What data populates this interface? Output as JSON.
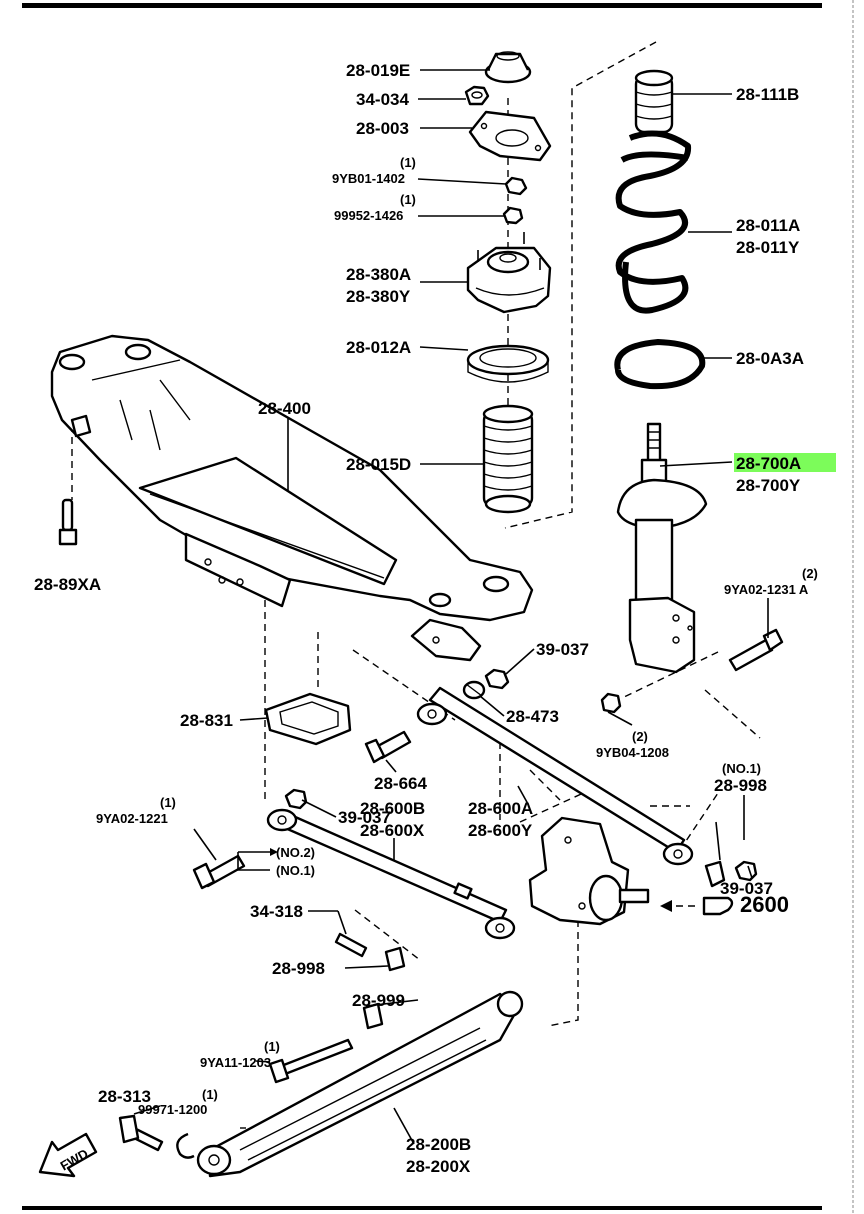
{
  "labels": {
    "p28_019E": "28-019E",
    "p34_034": "34-034",
    "p28_003": "28-003",
    "p9YB01_1402": "9YB01-1402",
    "q9YB01_1402": "(1)",
    "p99952_1426": "99952-1426",
    "q99952_1426": "(1)",
    "p28_380A": "28-380A",
    "p28_380Y": "28-380Y",
    "p28_012A": "28-012A",
    "p28_015D": "28-015D",
    "p28_111B": "28-111B",
    "p28_011A": "28-011A",
    "p28_011Y": "28-011Y",
    "p28_0A3A": "28-0A3A",
    "p28_700A": "28-700A",
    "p28_700Y": "28-700Y",
    "p28_400": "28-400",
    "p28_89XA": "28-89XA",
    "p9YA02_1231A": "9YA02-1231 A",
    "q9YA02_1231A": "(2)",
    "p39_037_a": "39-037",
    "p28_473": "28-473",
    "p9YB04_1208": "9YB04-1208",
    "q9YB04_1208": "(2)",
    "p28_831": "28-831",
    "p28_664": "28-664",
    "p9YA02_1221": "9YA02-1221",
    "q9YA02_1221": "(1)",
    "p39_037_b": "39-037",
    "p28_600A": "28-600A",
    "p28_600Y": "28-600Y",
    "no1_top": "(NO.1)",
    "p28_998_top": "28-998",
    "p39_037_c": "39-037",
    "p28_600B": "28-600B",
    "p28_600X": "28-600X",
    "p34_318": "34-318",
    "no2": "(NO.2)",
    "no1": "(NO.1)",
    "p28_998": "28-998",
    "ref_2600": "2600",
    "p28_999": "28-999",
    "p9YA11_1203": "9YA11-1203",
    "q9YA11_1203": "(1)",
    "p28_313": "28-313",
    "p99971_1200": "99971-1200",
    "q99971_1200": "(1)",
    "p28_200B": "28-200B",
    "p28_200X": "28-200X",
    "fwd": "FWD"
  },
  "colors": {
    "highlight": "#7CFC5A",
    "ink": "#000000"
  }
}
